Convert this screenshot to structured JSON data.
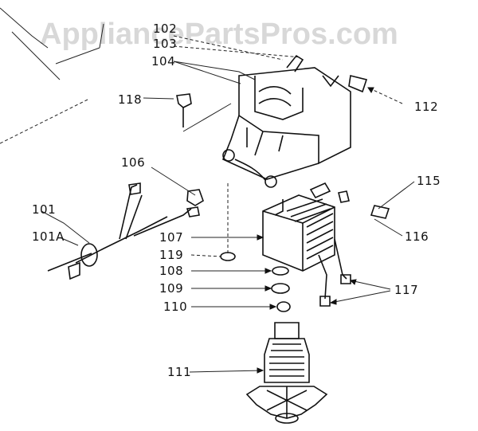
{
  "watermark": "AppliancePartsPros.com",
  "callouts": [
    {
      "id": "102",
      "text": "102"
    },
    {
      "id": "103",
      "text": "103"
    },
    {
      "id": "104",
      "text": "104"
    },
    {
      "id": "118",
      "text": "118"
    },
    {
      "id": "112",
      "text": "112"
    },
    {
      "id": "106",
      "text": "106"
    },
    {
      "id": "115",
      "text": "115"
    },
    {
      "id": "101",
      "text": "101"
    },
    {
      "id": "101A",
      "text": "101A"
    },
    {
      "id": "107",
      "text": "107"
    },
    {
      "id": "116",
      "text": "116"
    },
    {
      "id": "119",
      "text": "119"
    },
    {
      "id": "108",
      "text": "108"
    },
    {
      "id": "109",
      "text": "109"
    },
    {
      "id": "117",
      "text": "117"
    },
    {
      "id": "110",
      "text": "110"
    },
    {
      "id": "111",
      "text": "111"
    }
  ]
}
